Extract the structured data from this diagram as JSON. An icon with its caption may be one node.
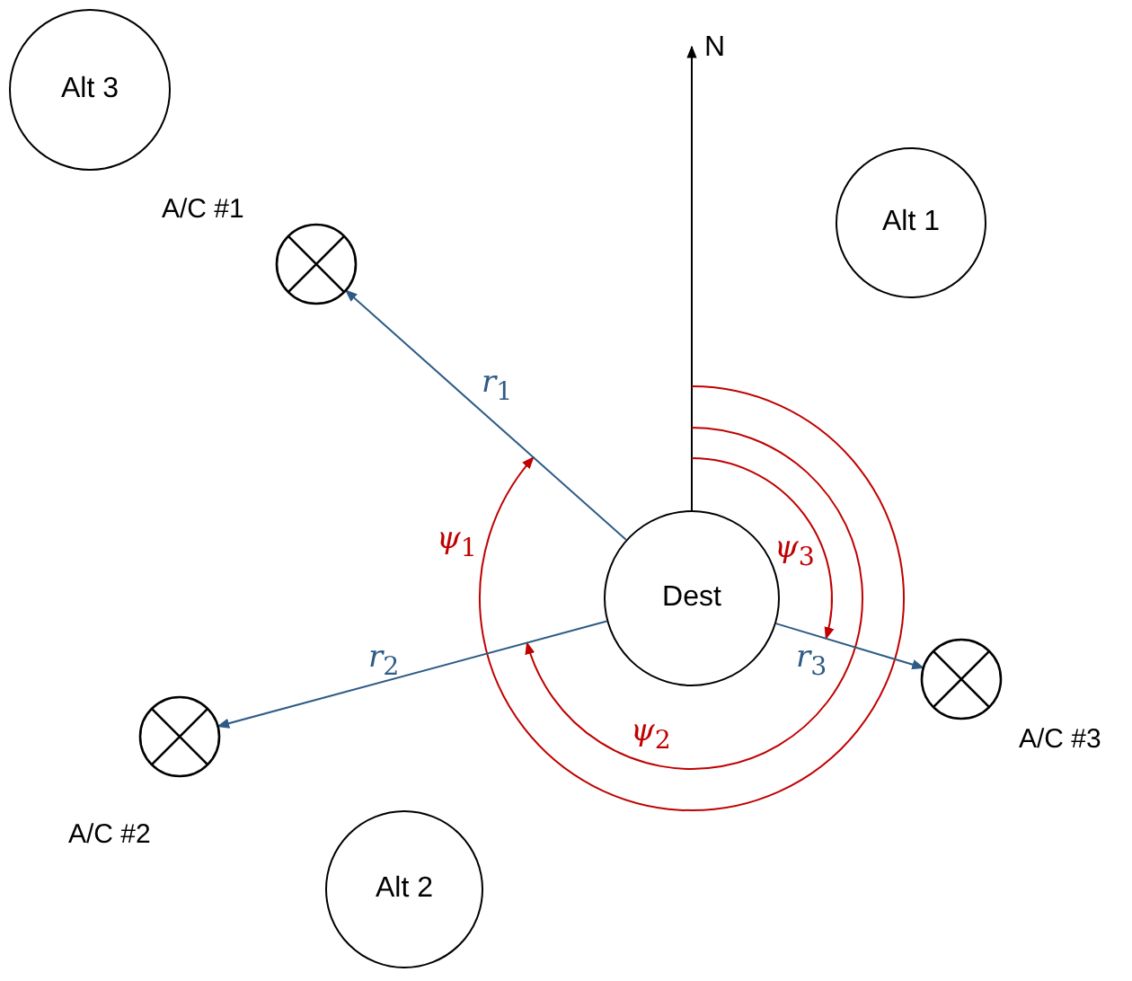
{
  "diagram": {
    "nodes": [
      {
        "text": [
          "Alt 3"
        ]
      },
      {
        "text": [
          "Alt 1"
        ]
      },
      {
        "text": [],
        "shape": "circle",
        "beside": [
          "A/C #1"
        ]
      },
      {
        "text": [
          "Dest"
        ]
      },
      {
        "text": [],
        "shape": "circle",
        "beside": [
          "A/C #3"
        ]
      },
      {
        "text": [],
        "shape": "circle",
        "beside": [
          "A/C #2"
        ]
      },
      {
        "text": [
          "Alt 2"
        ]
      }
    ],
    "edges": [
      {
        "from": 3,
        "to": 2,
        "arrow": "to",
        "label": "*r*$_{1}$"
      },
      {
        "from": 3,
        "to": 5,
        "arrow": "to",
        "label": "*r*$_{2}$"
      },
      {
        "from": 3,
        "to": 4,
        "arrow": "to",
        "label": "*r*$_{3}$"
      }
    ],
    "labels": [
      "N",
      "*ψ*$_{1}$",
      "*ψ*$_{3}$",
      "*ψ*$_{2}$"
    ]
  }
}
